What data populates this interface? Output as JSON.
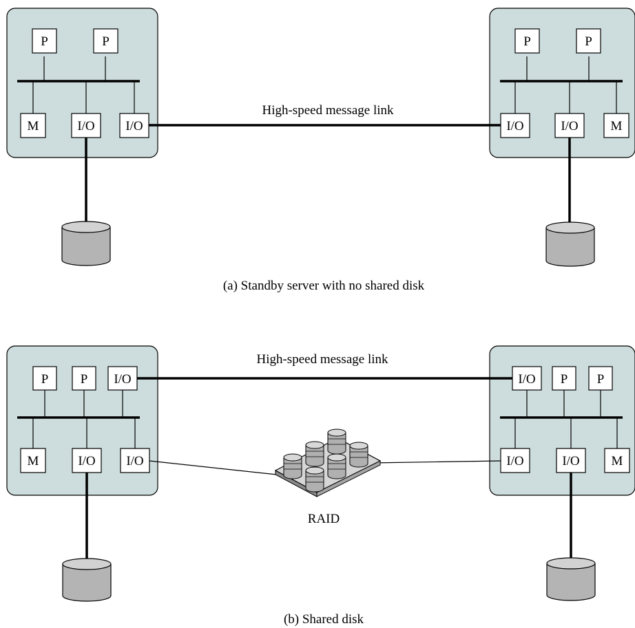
{
  "labels": {
    "processor": "P",
    "memory": "M",
    "io": "I/O"
  },
  "link_label_a": "High-speed message link",
  "link_label_b": "High-speed message link",
  "raid_label": "RAID",
  "caption_a": "(a) Standby server with no shared disk",
  "caption_b": "(b) Shared disk",
  "colors": {
    "panel": "#cddcdc",
    "disk": "#b4b4b4",
    "disk_top": "#d2d2d2"
  }
}
